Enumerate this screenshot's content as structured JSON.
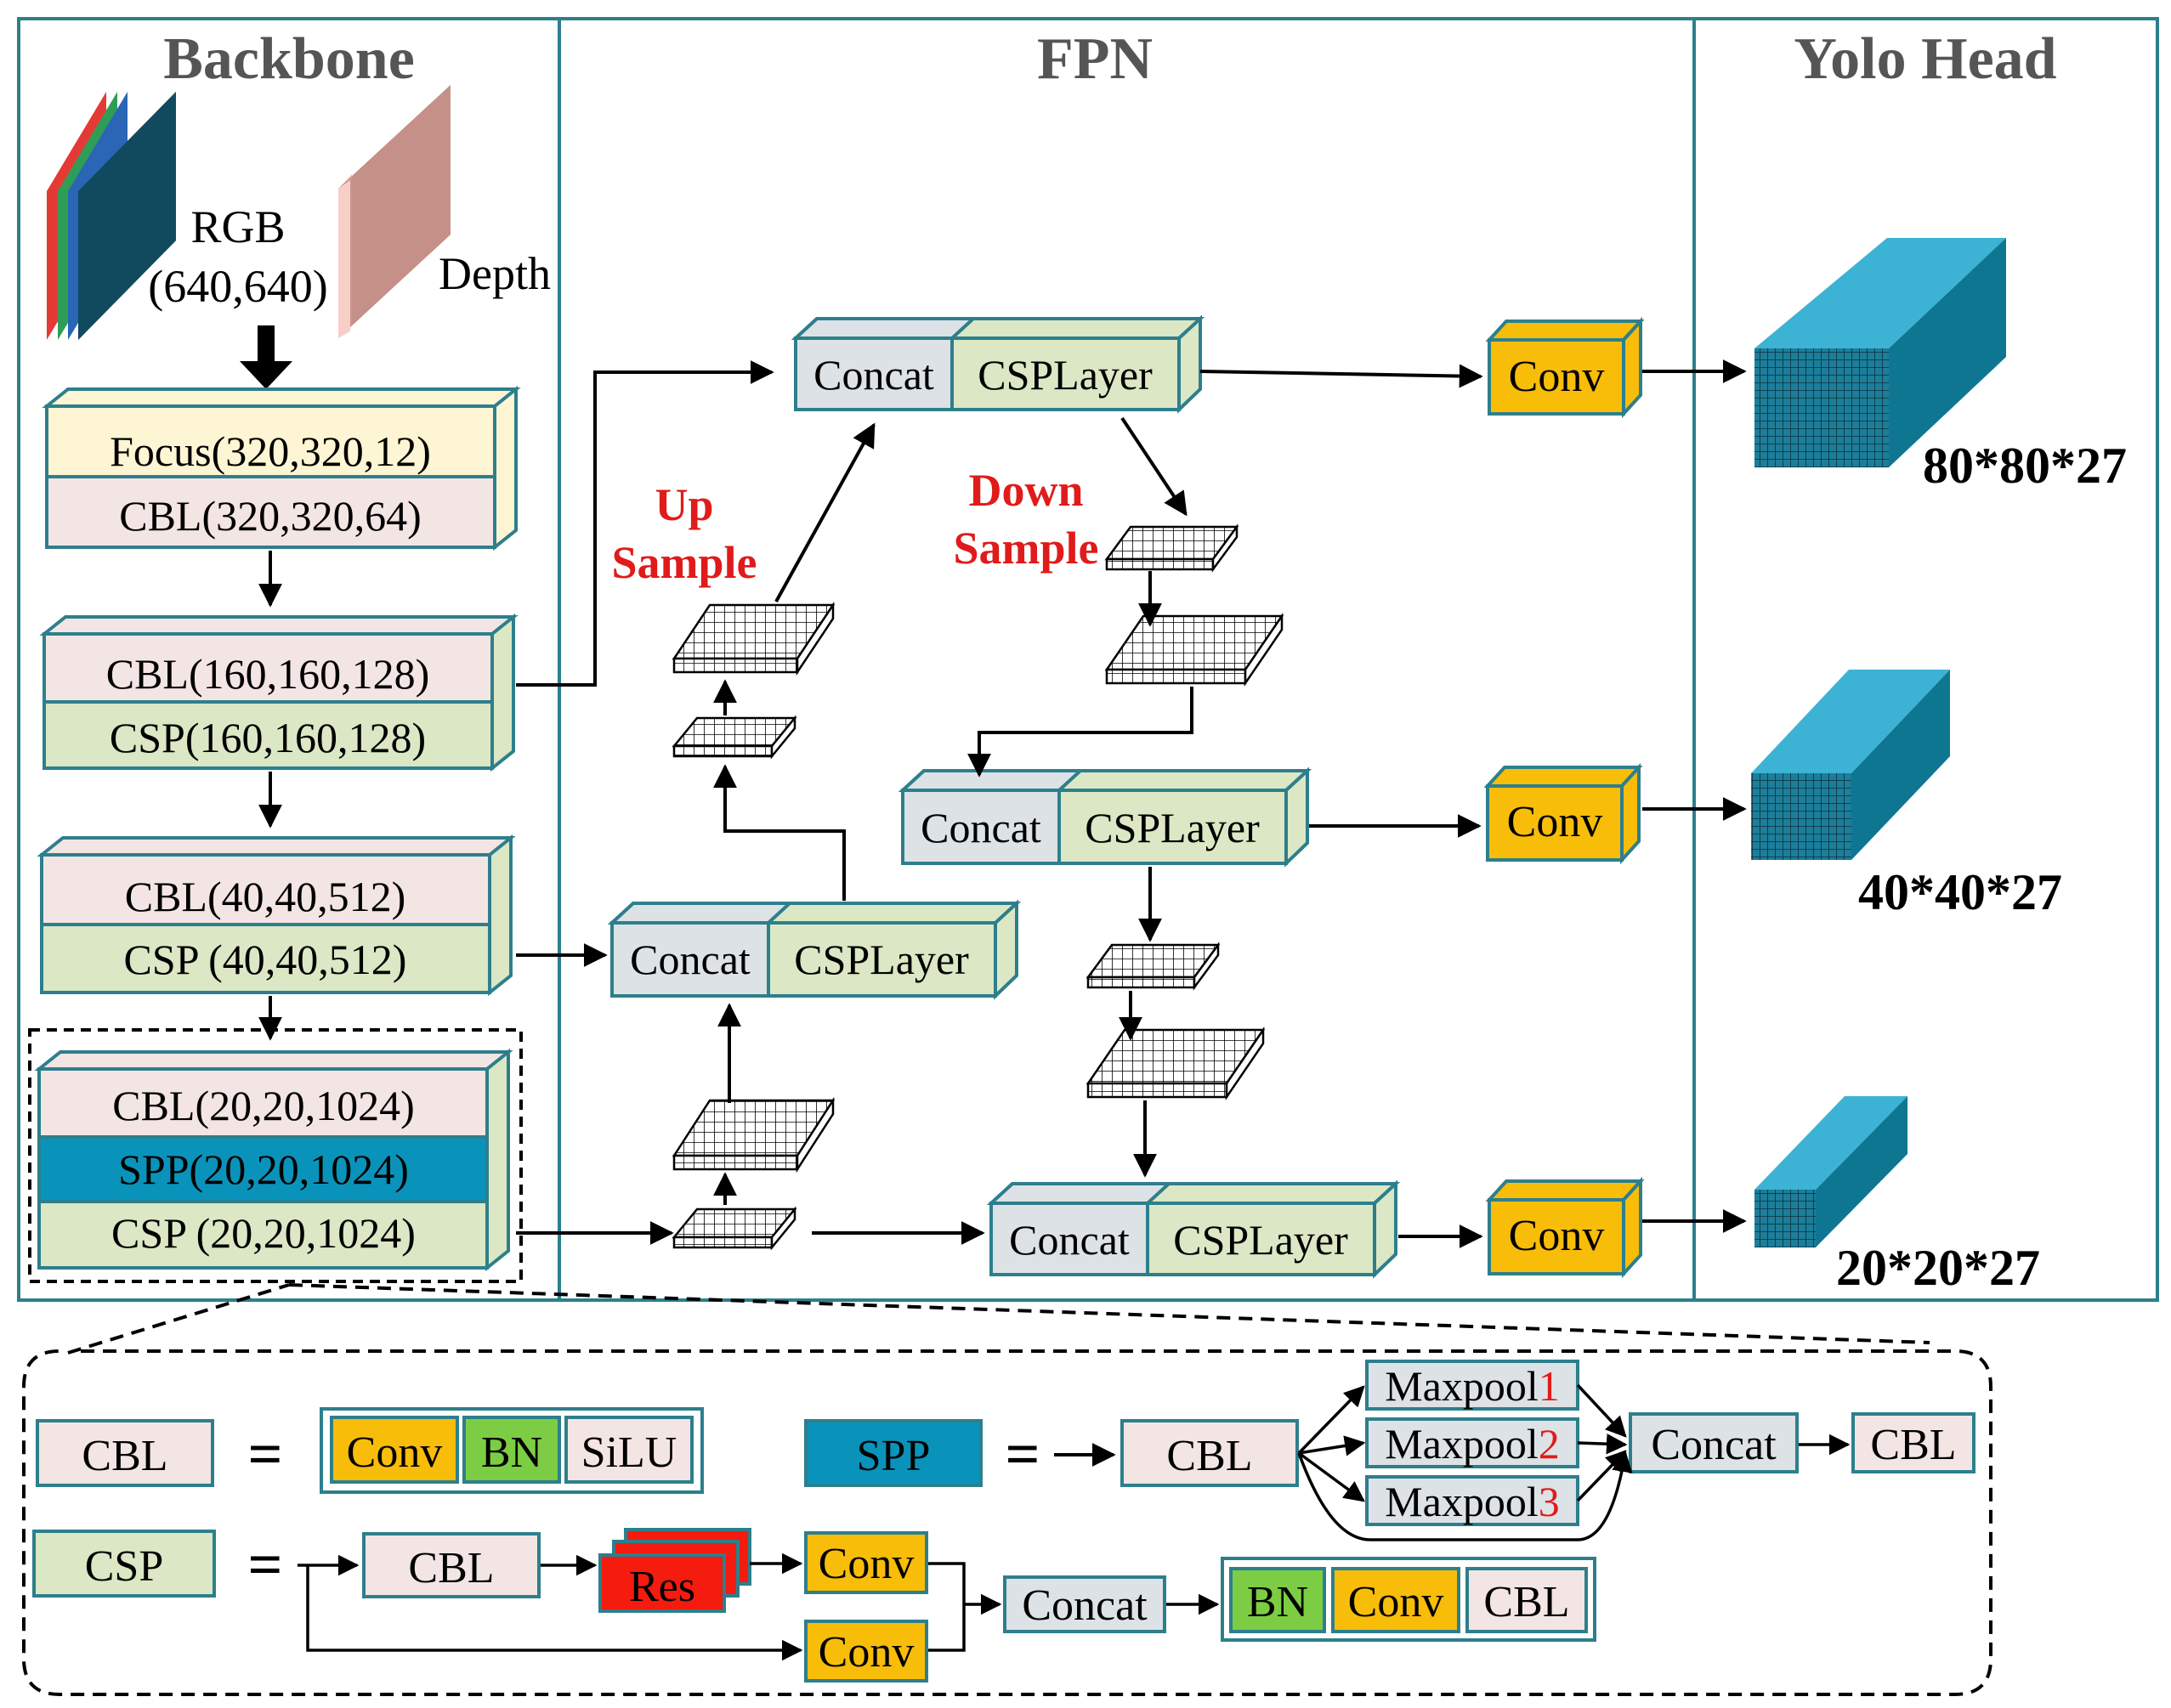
{
  "sections": {
    "backbone": "Backbone",
    "fpn": "FPN",
    "head": "Yolo Head"
  },
  "inputs": {
    "rgb_line1": "RGB",
    "rgb_line2": "(640,640)",
    "depth": "Depth"
  },
  "backbone": {
    "focus": "Focus(320,320,12)",
    "cbl1": "CBL(320,320,64)",
    "cbl2": "CBL(160,160,128)",
    "csp2": "CSP(160,160,128)",
    "cbl3": "CBL(40,40,512)",
    "csp3": "CSP (40,40,512)",
    "cbl4": "CBL(20,20,1024)",
    "spp4": "SPP(20,20,1024)",
    "csp4": "CSP (20,20,1024)"
  },
  "fpn": {
    "concat": "Concat",
    "csplayer": "CSPLayer",
    "up_line1": "Up",
    "up_line2": "Sample",
    "down_line1": "Down",
    "down_line2": "Sample",
    "conv": "Conv"
  },
  "outputs": {
    "o1": "80*80*27",
    "o2": "40*40*27",
    "o3": "20*20*27"
  },
  "legend": {
    "eq": "=",
    "cbl": "CBL",
    "csp": "CSP",
    "spp": "SPP",
    "conv": "Conv",
    "bn": "BN",
    "silu": "SiLU",
    "res": "Res",
    "concat": "Concat",
    "maxpool": "Maxpool",
    "mp1": "1",
    "mp2": "2",
    "mp3": "3"
  },
  "colors": {
    "teal": "#2d7f8c",
    "focus": "#fdf5d3",
    "cbl": "#f3e5e3",
    "csp": "#dbe7c5",
    "spp": "#0a93ba",
    "concat": "#dde2e6",
    "conv": "#f8bd08",
    "bn": "#7ccd43",
    "res": "#f51b0e",
    "red_text": "#e01b1b",
    "cube_front": "#1c7e9a",
    "cube_side": "#0f7692",
    "cube_top": "#3cb3d4"
  }
}
